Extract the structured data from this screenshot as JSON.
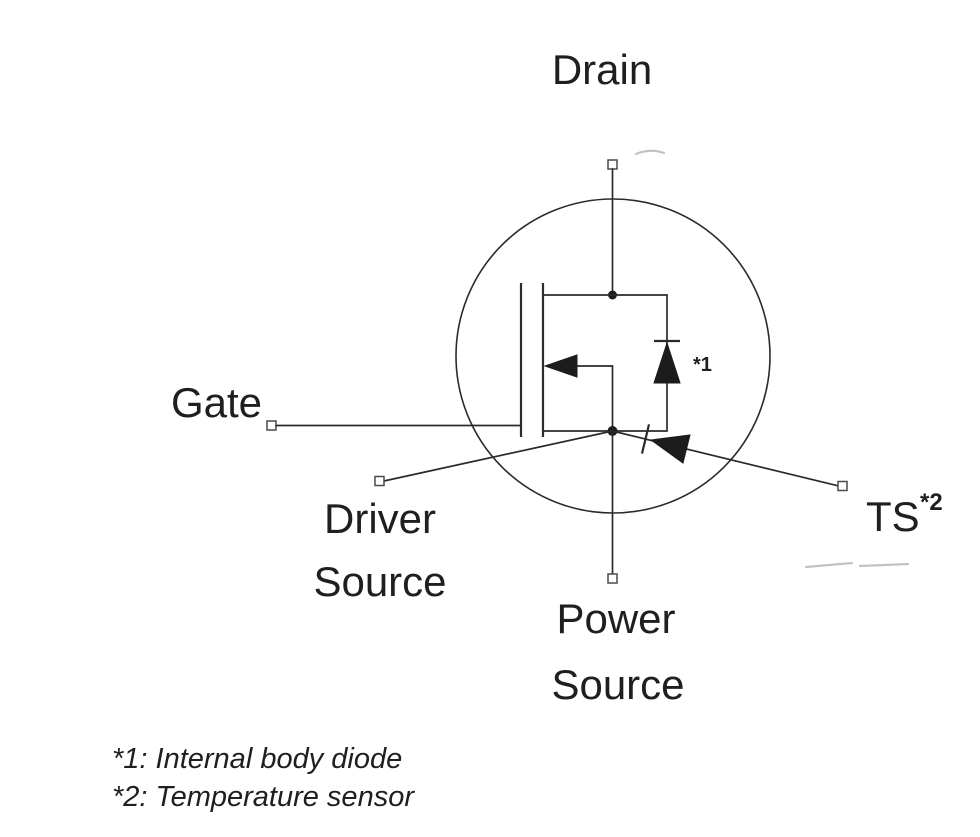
{
  "diagram": {
    "labels": {
      "drain": "Drain",
      "gate": "Gate",
      "driver_source": {
        "line1": "Driver",
        "line2": "Source"
      },
      "power_source": {
        "line1": "Power",
        "line2": "Source"
      },
      "ts": "TS",
      "ts_sup": "*2",
      "body_diode_marker": "*1"
    },
    "footnotes": {
      "note1": "*1: Internal body diode",
      "note2": "*2: Temperature sensor"
    },
    "colors": {
      "line": "#2b2b2b",
      "text": "#1f1f1f",
      "background": "#ffffff"
    }
  }
}
